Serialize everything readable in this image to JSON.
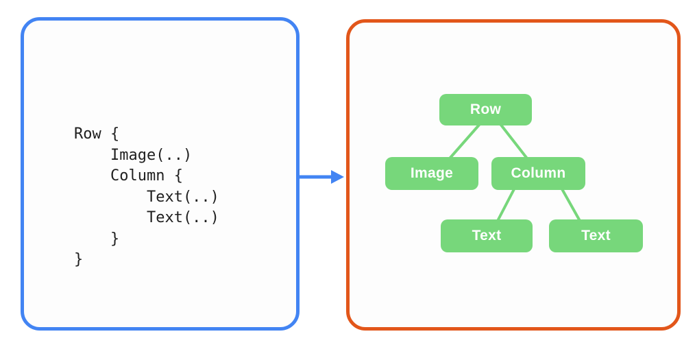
{
  "code_panel": {
    "code": "Row {\n    Image(..)\n    Column {\n        Text(..)\n        Text(..)\n    }\n}"
  },
  "icons": {
    "flow_arrow": "arrow-right"
  },
  "tree_panel": {
    "nodes": [
      {
        "id": "row",
        "label": "Row"
      },
      {
        "id": "image",
        "label": "Image"
      },
      {
        "id": "column",
        "label": "Column"
      },
      {
        "id": "text-1",
        "label": "Text"
      },
      {
        "id": "text-2",
        "label": "Text"
      }
    ],
    "edges": [
      {
        "from": "row",
        "to": "image"
      },
      {
        "from": "row",
        "to": "column"
      },
      {
        "from": "column",
        "to": "text-1"
      },
      {
        "from": "column",
        "to": "text-2"
      }
    ]
  },
  "colors": {
    "code_panel_border": "#4284F3",
    "tree_panel_border": "#E2561A",
    "node_fill": "#77D77B",
    "edge_stroke": "#77D77B",
    "node_text": "#FFFFFF",
    "code_text": "#1F1F1F",
    "arrow": "#4284F3"
  }
}
